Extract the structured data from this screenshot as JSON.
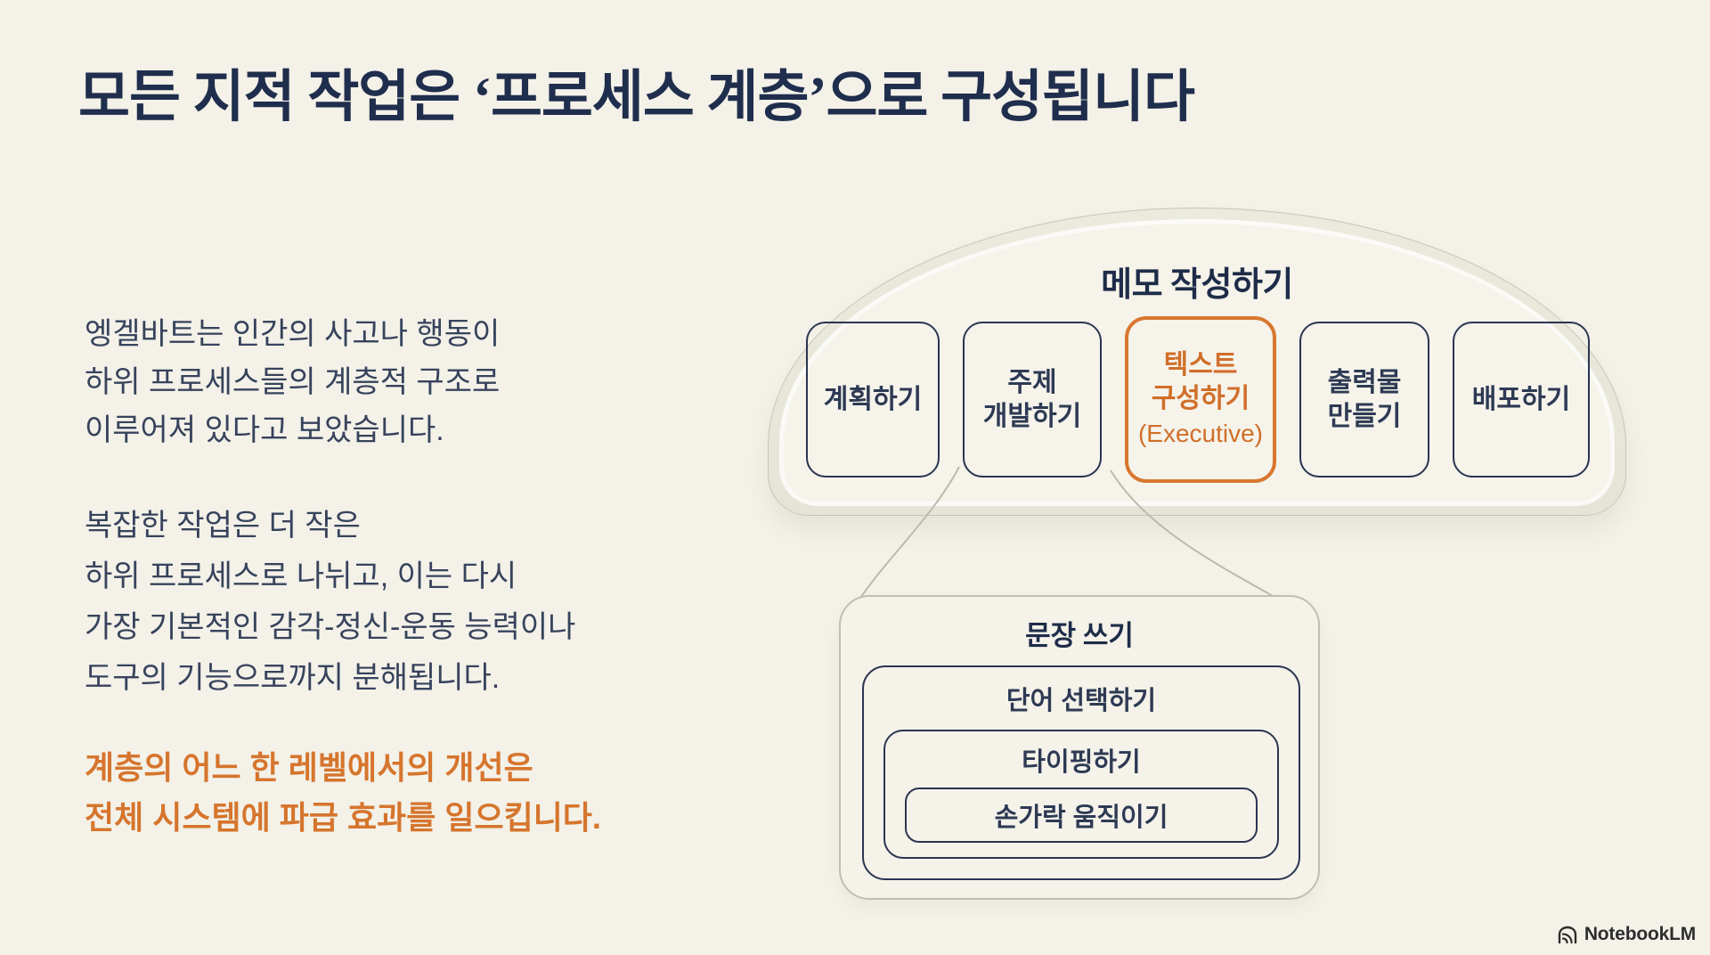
{
  "title": "모든 지적 작업은 ‘프로세스 계층’으로 구성됩니다",
  "left_panel": {
    "paragraph1": {
      "line1": "엥겔바트는 인간의 사고나 행동이",
      "line2": "하위 프로세스들의 계층적 구조로",
      "line3": "이루어져 있다고 보았습니다."
    },
    "paragraph2": {
      "line1": "복잡한 작업은 더 작은",
      "line2": "하위 프로세스로 나뉘고, 이는 다시",
      "line3": "가장 기본적인 감각-정신-운동 능력이나",
      "line4": "도구의 기능으로까지 분해됩니다."
    },
    "highlight": {
      "line1": "계층의 어느 한 레벨에서의 개선은",
      "line2": "전체 시스템에 파급 효과를 일으킵니다."
    }
  },
  "diagram": {
    "top_group": {
      "title": "메모 작성하기",
      "boxes": [
        {
          "lines": [
            "계획하기"
          ]
        },
        {
          "lines": [
            "주제",
            "개발하기"
          ]
        },
        {
          "lines": [
            "텍스트",
            "구성하기",
            "(Executive)"
          ],
          "highlighted": true
        },
        {
          "lines": [
            "출력물",
            "만들기"
          ]
        },
        {
          "lines": [
            "배포하기"
          ]
        }
      ]
    },
    "bottom_group": {
      "title": "문장 쓰기",
      "level1": "단어 선택하기",
      "level2": "타이핑하기",
      "level3": "손가락 움직이기"
    }
  },
  "footer": {
    "logo_text": "NotebookLM"
  },
  "colors": {
    "background": "#f3f1e8",
    "heading_navy": "#202e4d",
    "body_navy": "#37435c",
    "accent_orange": "#d6752d",
    "box_border_navy": "#2a3550",
    "container_border_gray": "#c2bfb1",
    "connector_gray": "#bdbaac"
  }
}
